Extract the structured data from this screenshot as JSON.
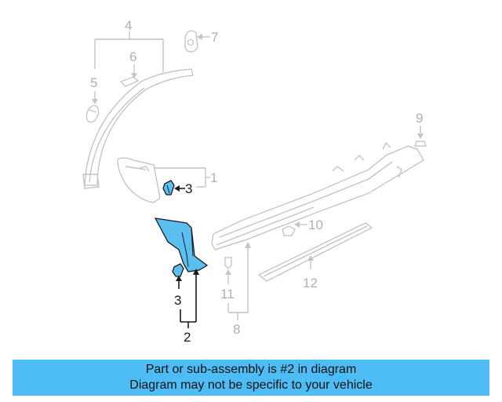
{
  "colors": {
    "highlight": "#5bc0f0",
    "banner_bg": "#4fbdf5",
    "inactive": "#b8b8b8",
    "active": "#1a1a1a"
  },
  "callouts": {
    "c1": "1",
    "c2": "2",
    "c3a": "3",
    "c3b": "3",
    "c4": "4",
    "c5": "5",
    "c6": "6",
    "c7": "7",
    "c8": "8",
    "c9": "9",
    "c10": "10",
    "c11": "11",
    "c12": "12"
  },
  "banner": {
    "line1": "Part or sub-assembly is #2 in diagram",
    "line2": "Diagram may not be specific to your vehicle"
  }
}
